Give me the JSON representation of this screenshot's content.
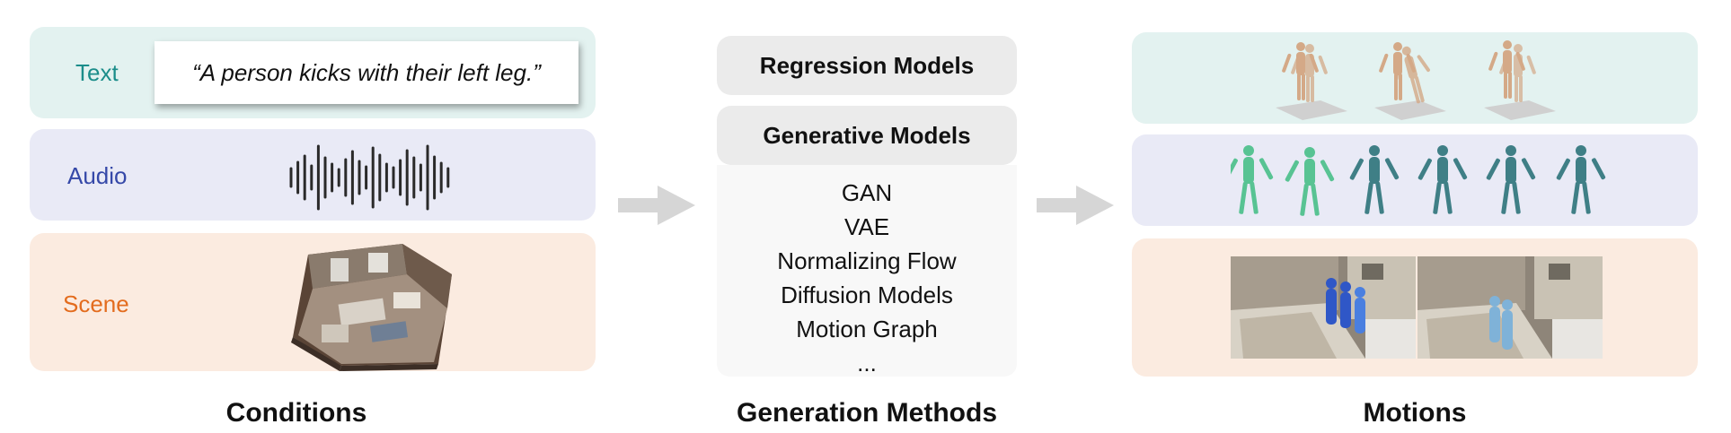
{
  "conditions": {
    "text_label": "Text",
    "audio_label": "Audio",
    "scene_label": "Scene",
    "text_example": "“A person kicks with their left leg.”",
    "caption": "Conditions"
  },
  "methods": {
    "regression": "Regression Models",
    "generative": "Generative Models",
    "items": [
      "GAN",
      "VAE",
      "Normalizing Flow",
      "Diffusion Models",
      "Motion Graph",
      "..."
    ],
    "caption": "Generation Methods"
  },
  "motions": {
    "caption": "Motions"
  },
  "colors": {
    "text_band": "#e3f2f0",
    "audio_band": "#e9eaf6",
    "scene_band": "#fbebe0",
    "text_label": "#1b8d8a",
    "audio_label": "#3548a8",
    "scene_label": "#e36c1e",
    "arrow": "#d6d6d6"
  }
}
